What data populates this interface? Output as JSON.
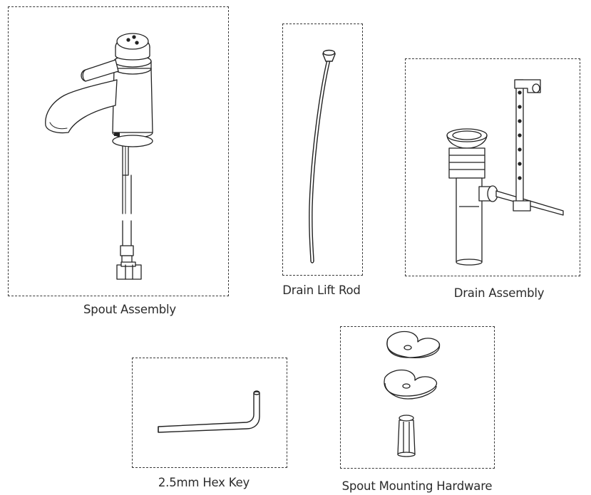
{
  "parts": {
    "spout_assembly": {
      "label": "Spout Assembly"
    },
    "drain_lift_rod": {
      "label": "Drain Lift Rod"
    },
    "drain_assembly": {
      "label": "Drain Assembly"
    },
    "hex_key": {
      "label": "2.5mm Hex Key"
    },
    "spout_mounting_hardware": {
      "label": "Spout Mounting Hardware"
    }
  }
}
